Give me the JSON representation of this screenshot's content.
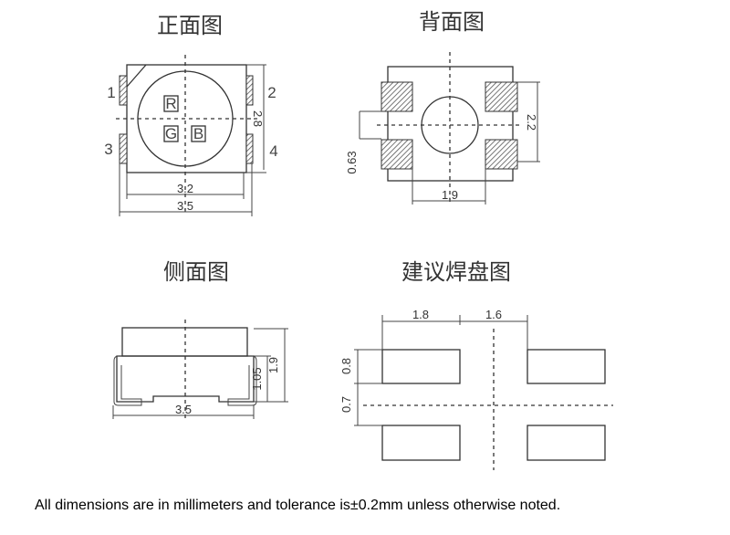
{
  "titles": {
    "front": "正面图",
    "back": "背面图",
    "side": "侧面图",
    "pad": "建议焊盘图"
  },
  "front": {
    "pins": [
      "1",
      "2",
      "3",
      "4"
    ],
    "chips": [
      "R",
      "G",
      "B"
    ],
    "dims": {
      "height": "2.8",
      "inner_width": "3.2",
      "width": "3.5"
    }
  },
  "back": {
    "dims": {
      "pad_span": "2.2",
      "gap": "0.63",
      "inner": "1.9"
    }
  },
  "side": {
    "dims": {
      "width": "3.5",
      "height": "1.9",
      "lead": "1.05"
    }
  },
  "pad": {
    "dims": {
      "pad_w": "1.8",
      "gap_w": "1.6",
      "pad_h": "0.8",
      "gap_h": "0.7"
    }
  },
  "caption": "All dimensions are in millimeters and tolerance is±0.2mm unless otherwise noted."
}
